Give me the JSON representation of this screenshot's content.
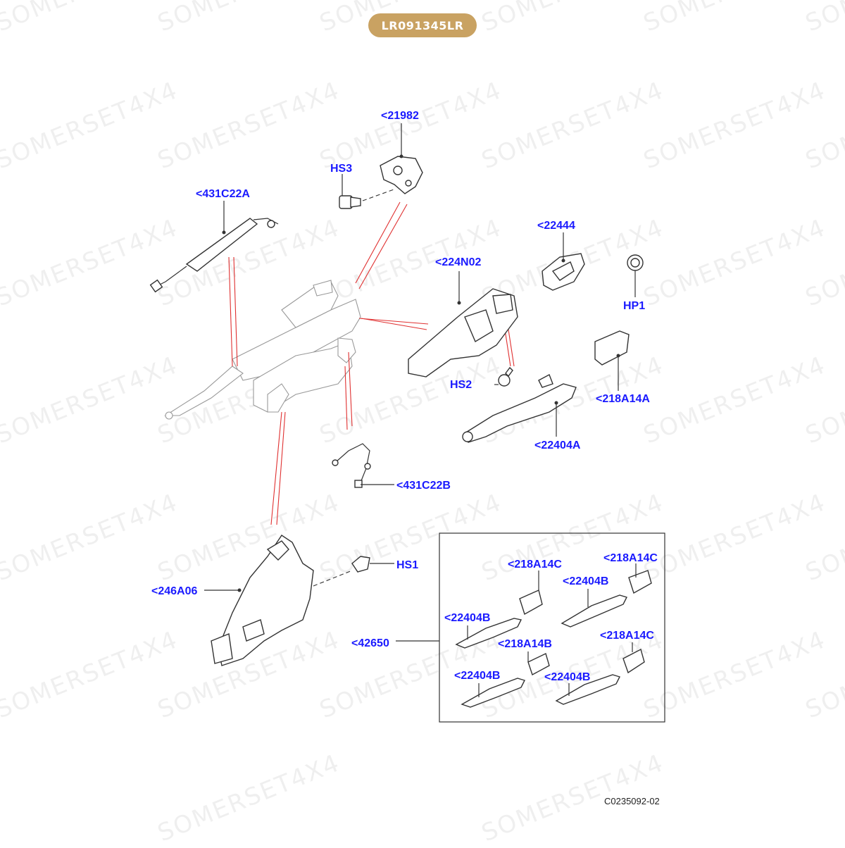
{
  "part_badge": "LR091345LR",
  "watermark": "SOMERSET4X4",
  "drawing_ref": "C0235092-02",
  "callouts": {
    "c21982": "<21982",
    "hs3": "HS3",
    "c431c22a": "<431C22A",
    "c22444": "<22444",
    "c224n02": "<224N02",
    "hp1": "HP1",
    "hs2": "HS2",
    "c218a14a": "<218A14A",
    "c22404a": "<22404A",
    "c431c22b": "<431C22B",
    "hs1": "HS1",
    "c246a06": "<246A06",
    "c42650": "<42650",
    "inset_218a14c_1": "<218A14C",
    "inset_218a14c_2": "<218A14C",
    "inset_22404b_1": "<22404B",
    "inset_22404b_2": "<22404B",
    "inset_218a14b": "<218A14B",
    "inset_218a14c_3": "<218A14C",
    "inset_22404b_3": "<22404B",
    "inset_22404b_4": "<22404B"
  }
}
